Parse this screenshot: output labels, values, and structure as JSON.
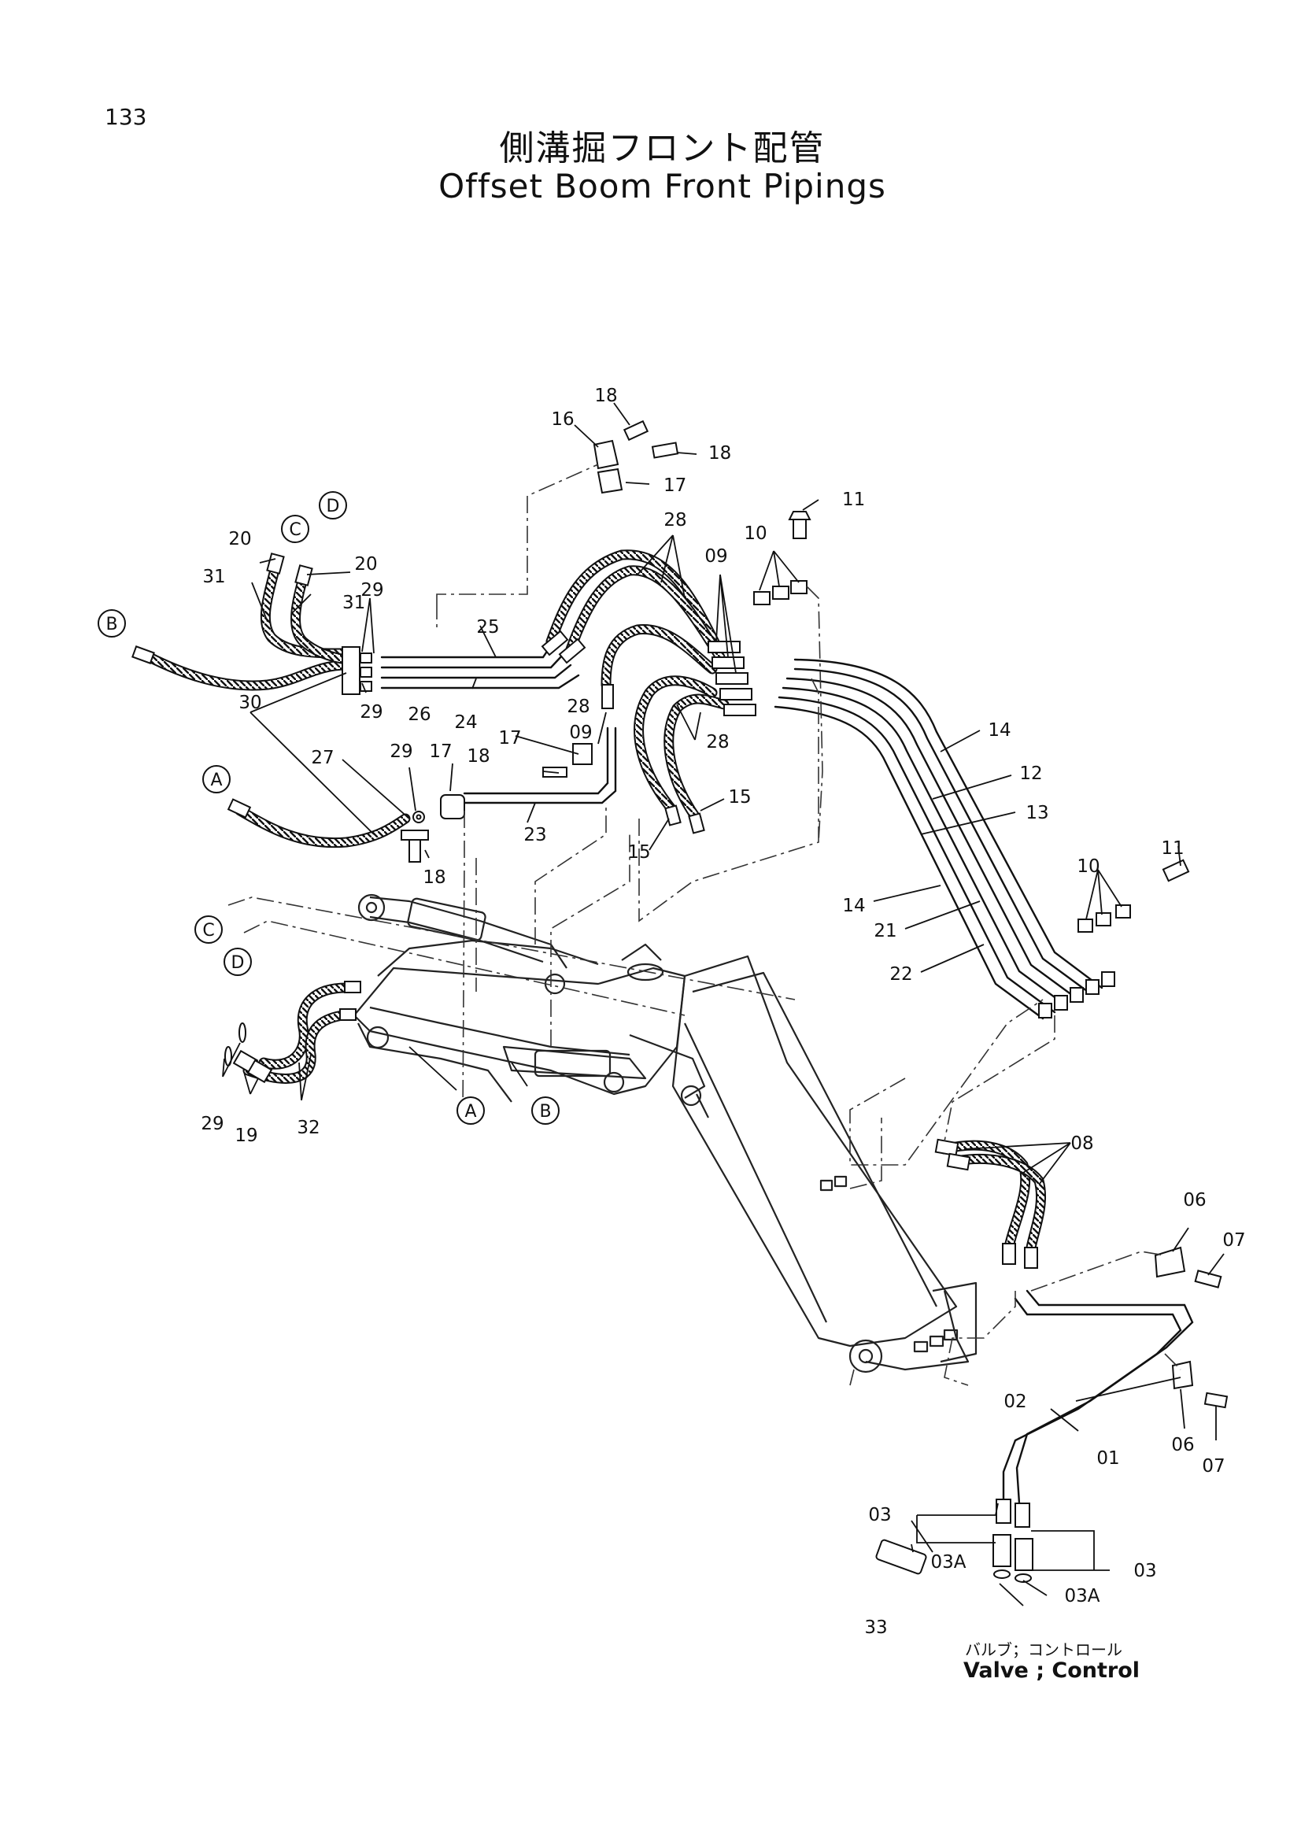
{
  "page_number": "133",
  "title_jp": "側溝掘フロント配管",
  "title_en": "Offset Boom Front Pipings",
  "valve_label_jp": "バルブ；コントロール",
  "valve_label_en": "Valve ; Control",
  "circled_refs": {
    "A": "A",
    "B": "B",
    "C": "C",
    "D": "D"
  },
  "part_labels": {
    "p01": "01",
    "p02": "02",
    "p03": "03",
    "p03A": "03A",
    "p06": "06",
    "p07": "07",
    "p08": "08",
    "p09": "09",
    "p10": "10",
    "p11": "11",
    "p12": "12",
    "p13": "13",
    "p14": "14",
    "p15": "15",
    "p16": "16",
    "p17": "17",
    "p18": "18",
    "p19": "19",
    "p20": "20",
    "p21": "21",
    "p22": "22",
    "p23": "23",
    "p24": "24",
    "p25": "25",
    "p26": "26",
    "p27": "27",
    "p28": "28",
    "p29": "29",
    "p30": "30",
    "p31": "31",
    "p32": "32",
    "p33": "33"
  }
}
